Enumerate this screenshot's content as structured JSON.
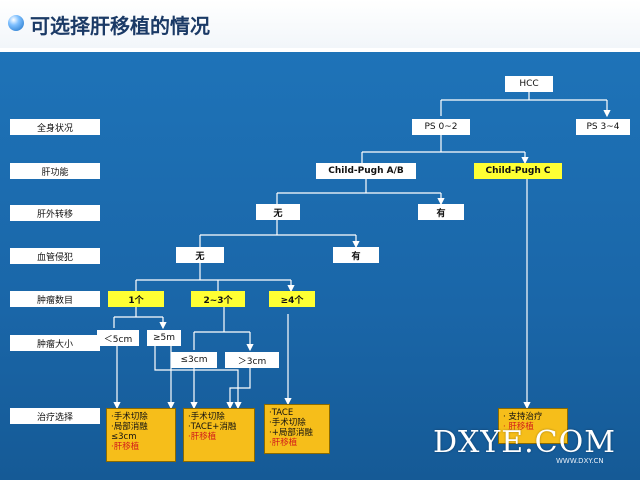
{
  "title": "可选择肝移植的情况",
  "row_labels": [
    "全身状况",
    "肝功能",
    "肝外转移",
    "血管侵犯",
    "肿瘤数目",
    "肿瘤大小",
    "治疗选择"
  ],
  "nodes": {
    "hcc": "HCC",
    "ps02": "PS 0~2",
    "ps34": "PS 3~4",
    "child_ab": "Child-Pugh A/B",
    "child_c": "Child-Pugh C",
    "meta_no": "无",
    "meta_yes": "有",
    "vasc_no": "无",
    "vasc_yes": "有",
    "n1": "1个",
    "n23": "2~3个",
    "n4": "≥4个",
    "lt5": "＜5cm",
    "ge5": "≥5m",
    "le3": "≤3cm",
    "gt3": "＞3cm"
  },
  "treatments": {
    "t1": [
      "·手术切除",
      "·局部消融",
      "≤3cm",
      "·肝移植"
    ],
    "t2": [
      "·手术切除",
      "·TACE+消融",
      "·肝移植"
    ],
    "t3": [
      "·TACE",
      "·手术切除",
      "·+局部消融",
      "·肝移植"
    ],
    "t4": [
      "· 支持治疗",
      "· 肝移植"
    ]
  },
  "watermark": "DXYE.COM",
  "watermark_sub": "WWW.DXY.CN",
  "colors": {
    "panel": "#1a66a8",
    "highlight": "#ffff33",
    "treatment": "#f6be1a",
    "transplant_text": "#d11a1a"
  }
}
